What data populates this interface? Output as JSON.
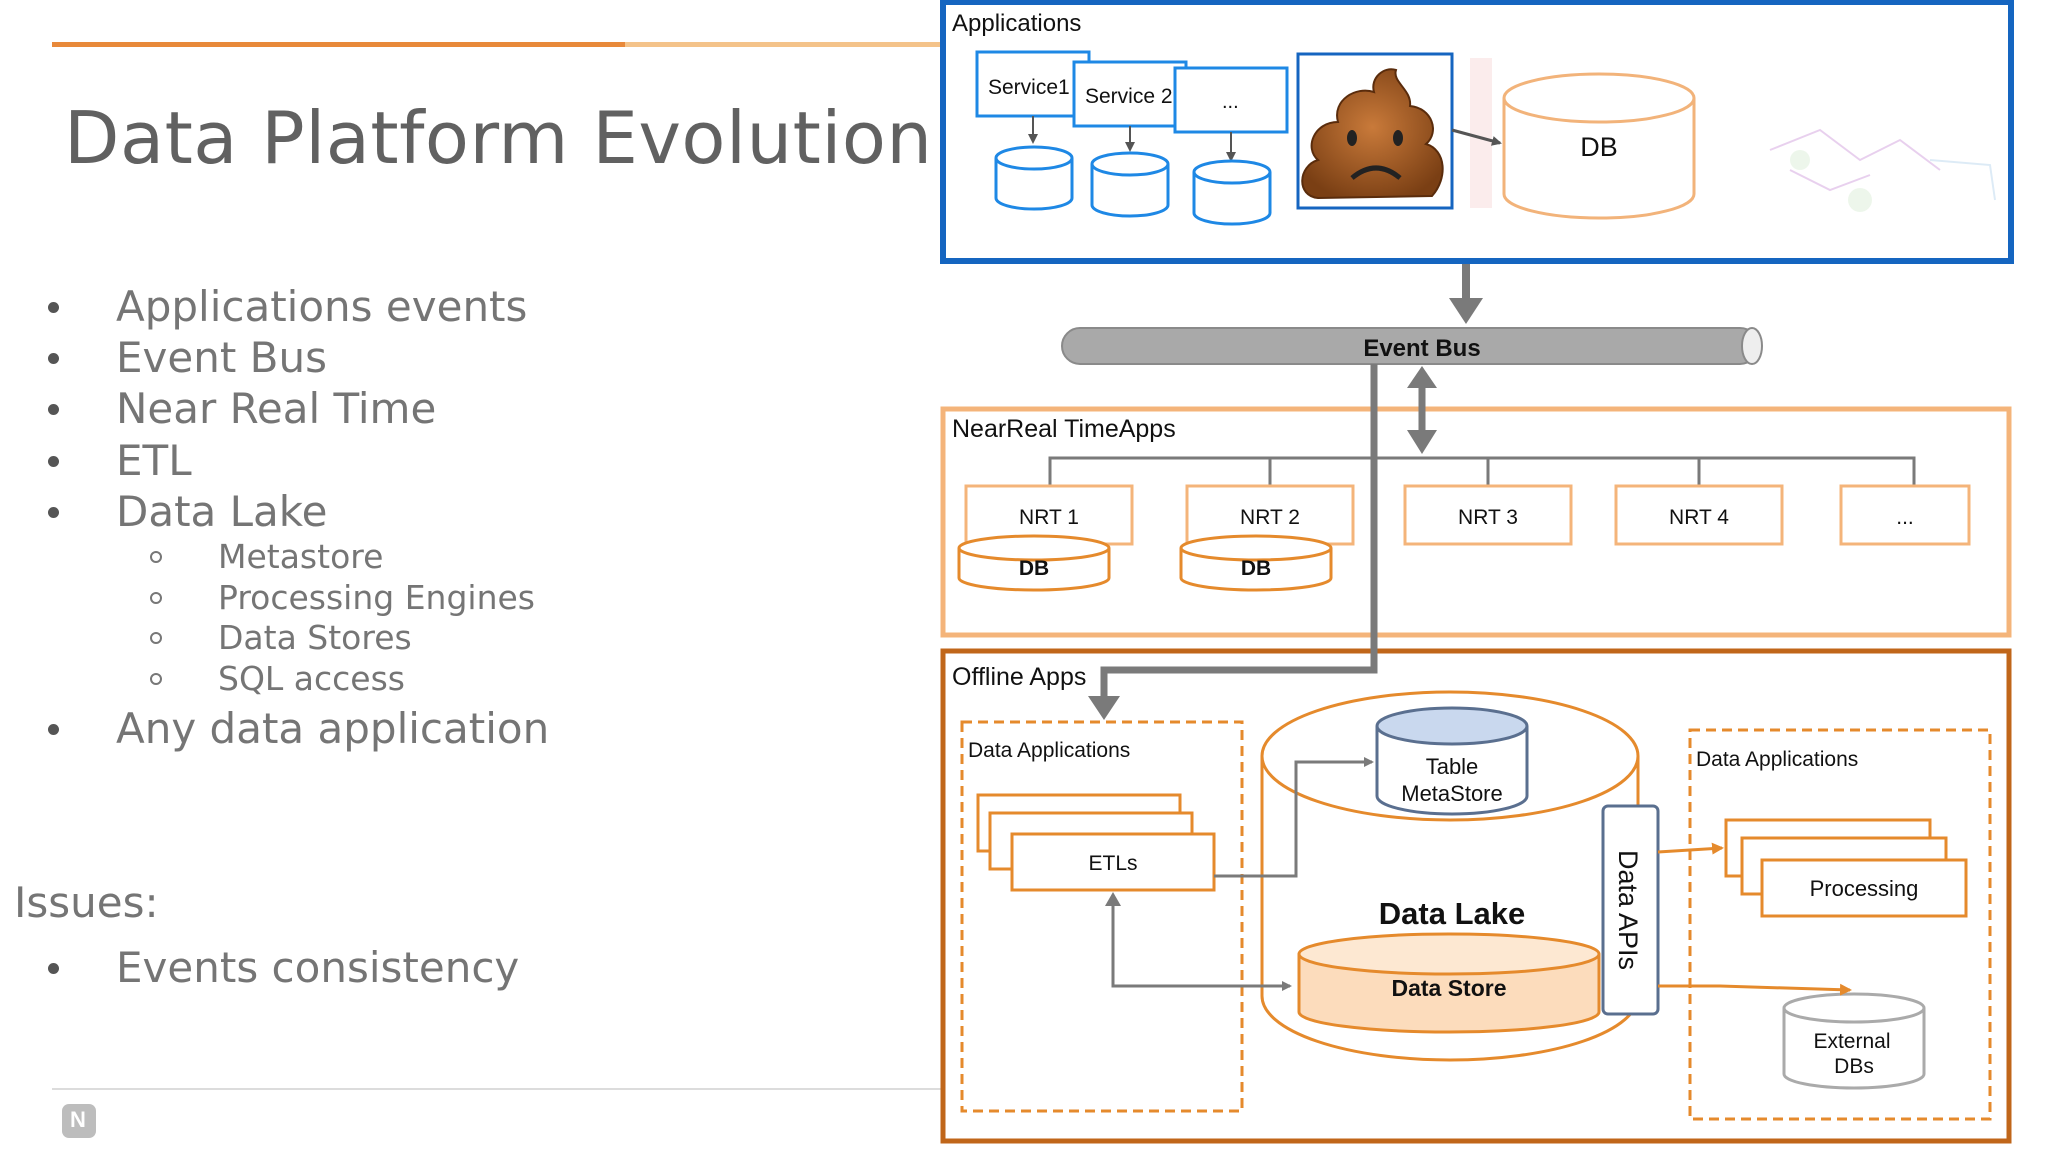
{
  "slide": {
    "title": "Data Platform Evolution",
    "bullets": [
      "Applications events",
      "Event Bus",
      "Near Real Time",
      "ETL",
      "Data Lake",
      "Any data application"
    ],
    "sub_bullets": [
      "Metastore",
      "Processing Engines",
      "Data Stores",
      "SQL access"
    ],
    "issues_label": "Issues:",
    "issues": [
      "Events consistency"
    ]
  },
  "diagram": {
    "applications": {
      "label": "Applications",
      "services": [
        "Service1",
        "Service 2",
        "..."
      ],
      "db": "DB",
      "emoji_icon": "sad-poop-icon"
    },
    "event_bus": {
      "label": "Event Bus"
    },
    "nrt": {
      "label": "NearReal TimeApps",
      "apps": [
        "NRT 1",
        "NRT 2",
        "NRT 3",
        "NRT 4",
        "..."
      ],
      "db": "DB"
    },
    "offline": {
      "label": "Offline Apps",
      "left_group": "Data Applications",
      "etl": "ETLs",
      "metastore_line1": "Table",
      "metastore_line2": "MetaStore",
      "data_lake": "Data Lake",
      "data_store": "Data Store",
      "data_apis": "Data APIs",
      "right_group": "Data Applications",
      "processing": "Processing",
      "external_line1": "External",
      "external_line2": "DBs"
    },
    "colors": {
      "applications_border": "#1565c0",
      "nrt_border": "#f4b47a",
      "offline_border": "#c0661a",
      "service_blue": "#1e88e5",
      "orange": "#e58a2c",
      "bus_gray": "#a9a9a9",
      "arrow_gray": "#7a7a7a"
    }
  }
}
